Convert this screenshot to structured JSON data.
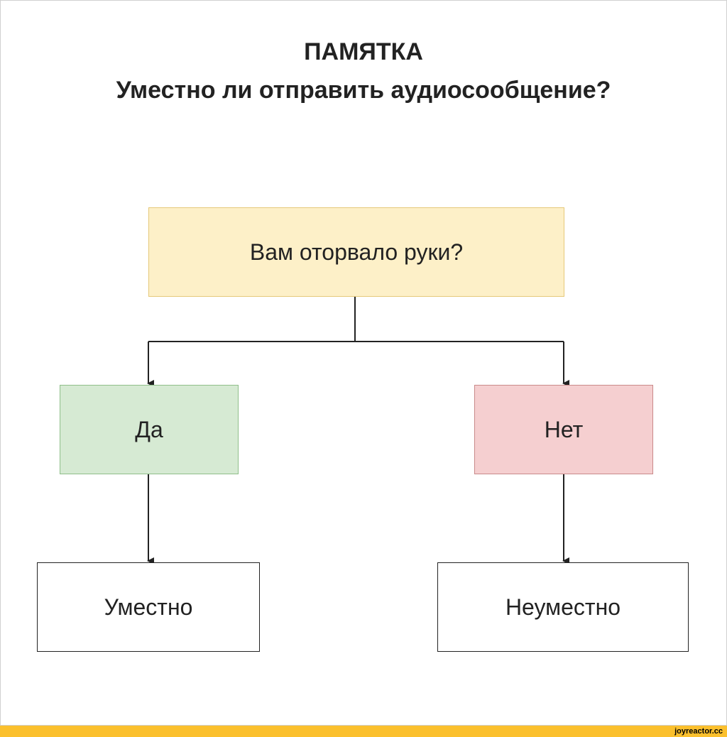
{
  "title": {
    "line1": "ПАМЯТКА",
    "line2": "Уместно ли отправить аудиосообщение?"
  },
  "flowchart": {
    "question": "Вам оторвало руки?",
    "yes": "Да",
    "no": "Нет",
    "yes_result": "Уместно",
    "no_result": "Неуместно"
  },
  "colors": {
    "question_fill": "#fdf0c8",
    "yes_fill": "#d6ead3",
    "no_fill": "#f5cfd0",
    "result_fill": "#ffffff",
    "footer_bar": "#fbc02d",
    "line": "#222222"
  },
  "footer": {
    "site": "joyreactor.cc"
  }
}
